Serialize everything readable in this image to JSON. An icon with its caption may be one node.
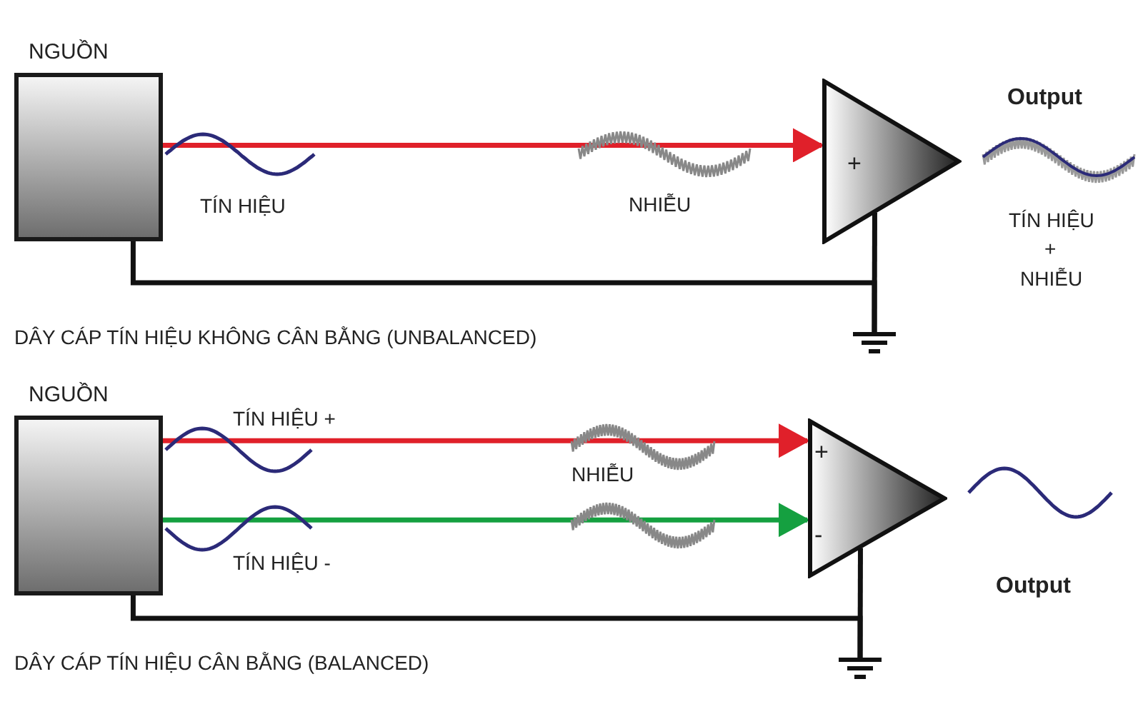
{
  "diagram": {
    "nodes": [
      {
        "text": [
          "NGUỒN"
        ]
      },
      {
        "text": [
          "+"
        ]
      },
      {
        "text": [],
        "shape": "ground"
      },
      {
        "text": [
          "NGUỒN"
        ]
      },
      {
        "text": [
          "+",
          "-"
        ]
      },
      {
        "text": [],
        "shape": "ground"
      }
    ],
    "edges": [
      {
        "from": 0,
        "to": 1,
        "arrow": "to",
        "color": "#e0202a"
      },
      {
        "from": 0,
        "to": 2,
        "arrow": "none"
      },
      {
        "from": 1,
        "to": 2,
        "arrow": "none"
      },
      {
        "from": 3,
        "to": 4,
        "arrow": "to",
        "color": "#e0202a"
      },
      {
        "from": 3,
        "to": 4,
        "arrow": "to",
        "color": "#15a040"
      },
      {
        "from": 3,
        "to": 5,
        "arrow": "none"
      },
      {
        "from": 4,
        "to": 5,
        "arrow": "none"
      }
    ],
    "labels": [
      "Output",
      "NHIỄU",
      "TÍN HIỆU",
      "TÍN HIỆU",
      "+",
      "NHIỄU",
      "DÂY CÁP TÍN HIỆU KHÔNG CÂN BẰNG (UNBALANCED)",
      "TÍN HIỆU +",
      "NHIỄU",
      "TÍN HIỆU -",
      "Output",
      "DÂY CÁP TÍN HIỆU CÂN BẰNG (BALANCED)"
    ]
  }
}
